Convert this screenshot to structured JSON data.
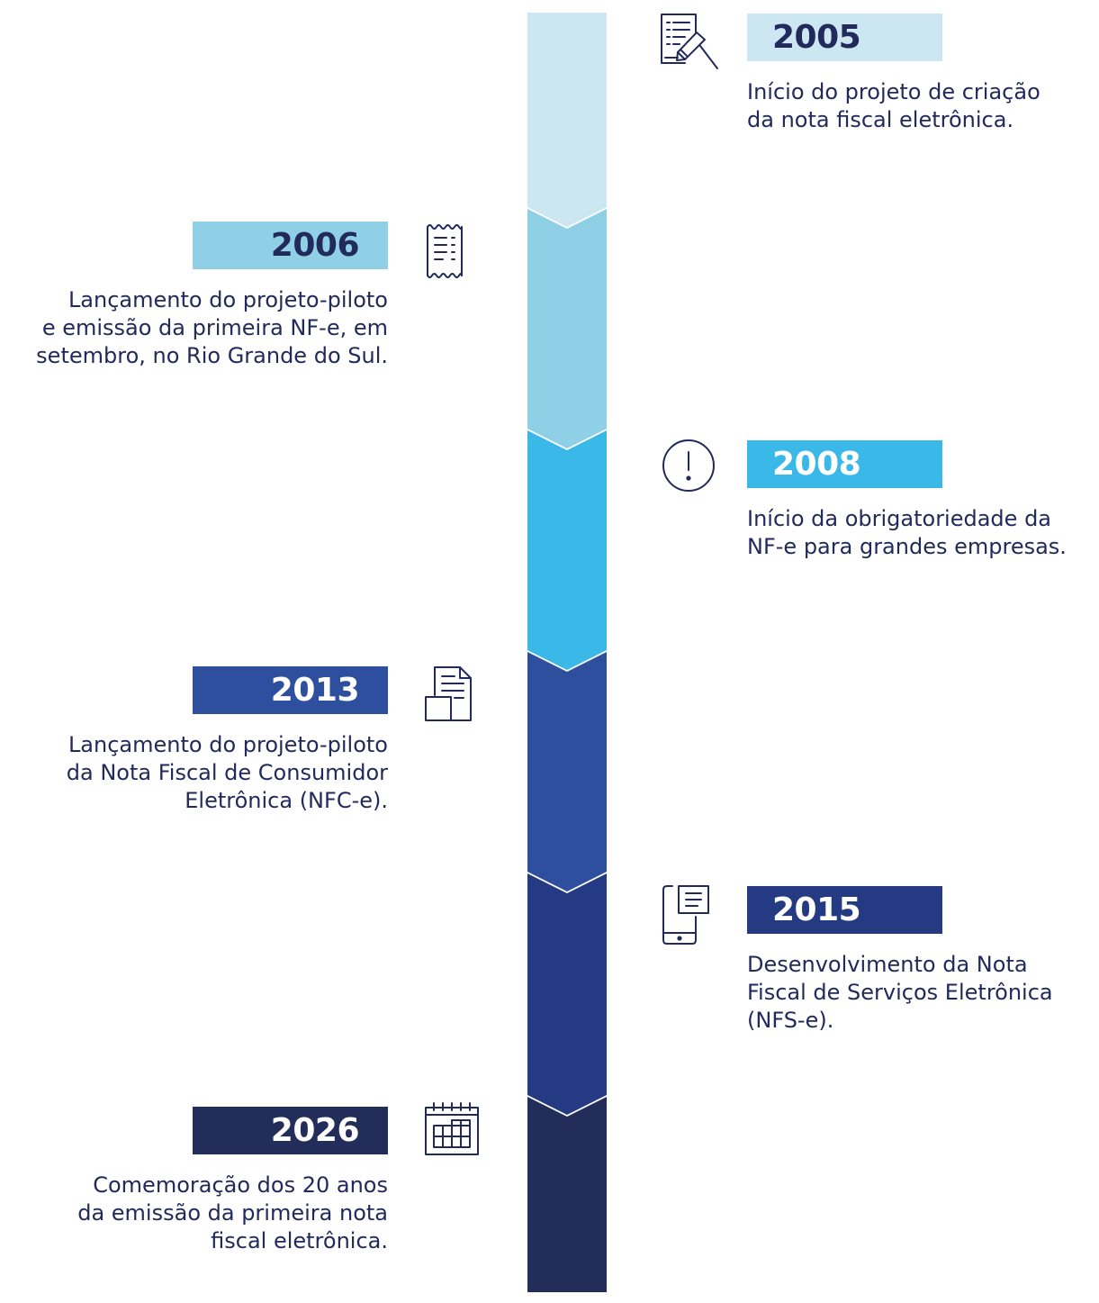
{
  "colors": {
    "text": "#222a5c",
    "icon_stroke": "#222a5c"
  },
  "events": [
    {
      "id": "2005",
      "year": "2005",
      "side": "right",
      "icon": "checklist-pen-icon",
      "color": "#cce6f2",
      "year_text_color": "#222a5c",
      "description": "Início do projeto de criação\nda nota fiscal eletrônica."
    },
    {
      "id": "2006",
      "year": "2006",
      "side": "left",
      "icon": "receipt-icon",
      "color": "#8fd0e6",
      "year_text_color": "#222a5c",
      "description": "Lançamento do projeto-piloto\ne emissão da primeira NF-e, em\nsetembro, no Rio Grande do Sul."
    },
    {
      "id": "2008",
      "year": "2008",
      "side": "right",
      "icon": "alert-circle-icon",
      "color": "#3ab9e8",
      "year_text_color": "#ffffff",
      "description": "Início da obrigatoriedade da\nNF-e para grandes empresas."
    },
    {
      "id": "2013",
      "year": "2013",
      "side": "left",
      "icon": "documents-icon",
      "color": "#2e4f9d",
      "year_text_color": "#ffffff",
      "description": "Lançamento do projeto-piloto\nda Nota Fiscal de Consumidor\nEletrônica (NFC-e)."
    },
    {
      "id": "2015",
      "year": "2015",
      "side": "right",
      "icon": "mobile-document-icon",
      "color": "#243a83",
      "year_text_color": "#ffffff",
      "description": "Desenvolvimento da Nota\nFiscal de Serviços Eletrônica\n(NFS-e)."
    },
    {
      "id": "2026",
      "year": "2026",
      "side": "left",
      "icon": "calendar-icon",
      "color": "#222d5a",
      "year_text_color": "#ffffff",
      "description": "Comemoração dos 20 anos\nda emissão da primeira nota\nfiscal eletrônica."
    }
  ]
}
